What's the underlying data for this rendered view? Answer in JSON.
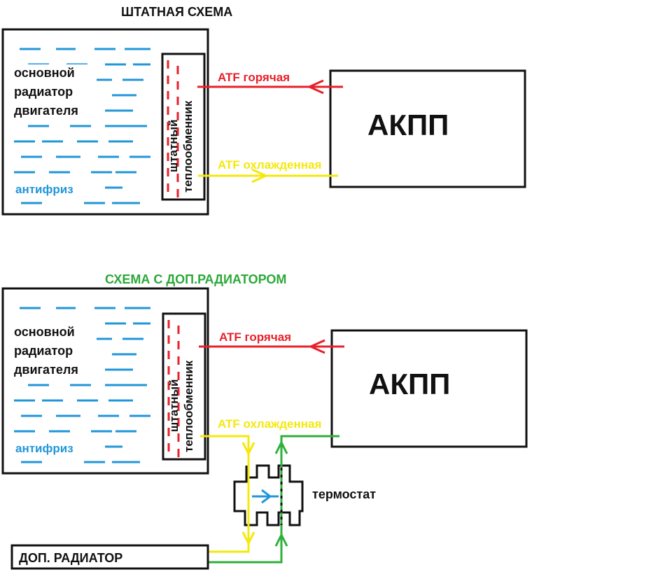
{
  "colors": {
    "hot": "#e8202a",
    "cooled": "#f5e80c",
    "green": "#2fb03a",
    "blue": "#2196d8",
    "black": "#111111",
    "title_green": "#2ca83a"
  },
  "top": {
    "title": "ШТАТНАЯ СХЕМА",
    "radiator_label": [
      "основной",
      "радиатор",
      "двигателя"
    ],
    "antifreeze": "антифриз",
    "exchanger": [
      "штатный",
      "теплообменник"
    ],
    "atf_hot": "ATF горячая",
    "atf_cooled": "ATF охлажденная",
    "gearbox": "АКПП"
  },
  "bottom": {
    "title": "СХЕМА С ДОП.РАДИАТОРОМ",
    "radiator_label": [
      "основной",
      "радиатор",
      "двигателя"
    ],
    "antifreeze": "антифриз",
    "exchanger": [
      "штатный",
      "теплообменник"
    ],
    "atf_hot": "ATF горячая",
    "atf_cooled": "ATF охлажденная",
    "gearbox": "АКПП",
    "thermostat": "термостат",
    "extra_radiator": "ДОП. РАДИАТОР"
  }
}
